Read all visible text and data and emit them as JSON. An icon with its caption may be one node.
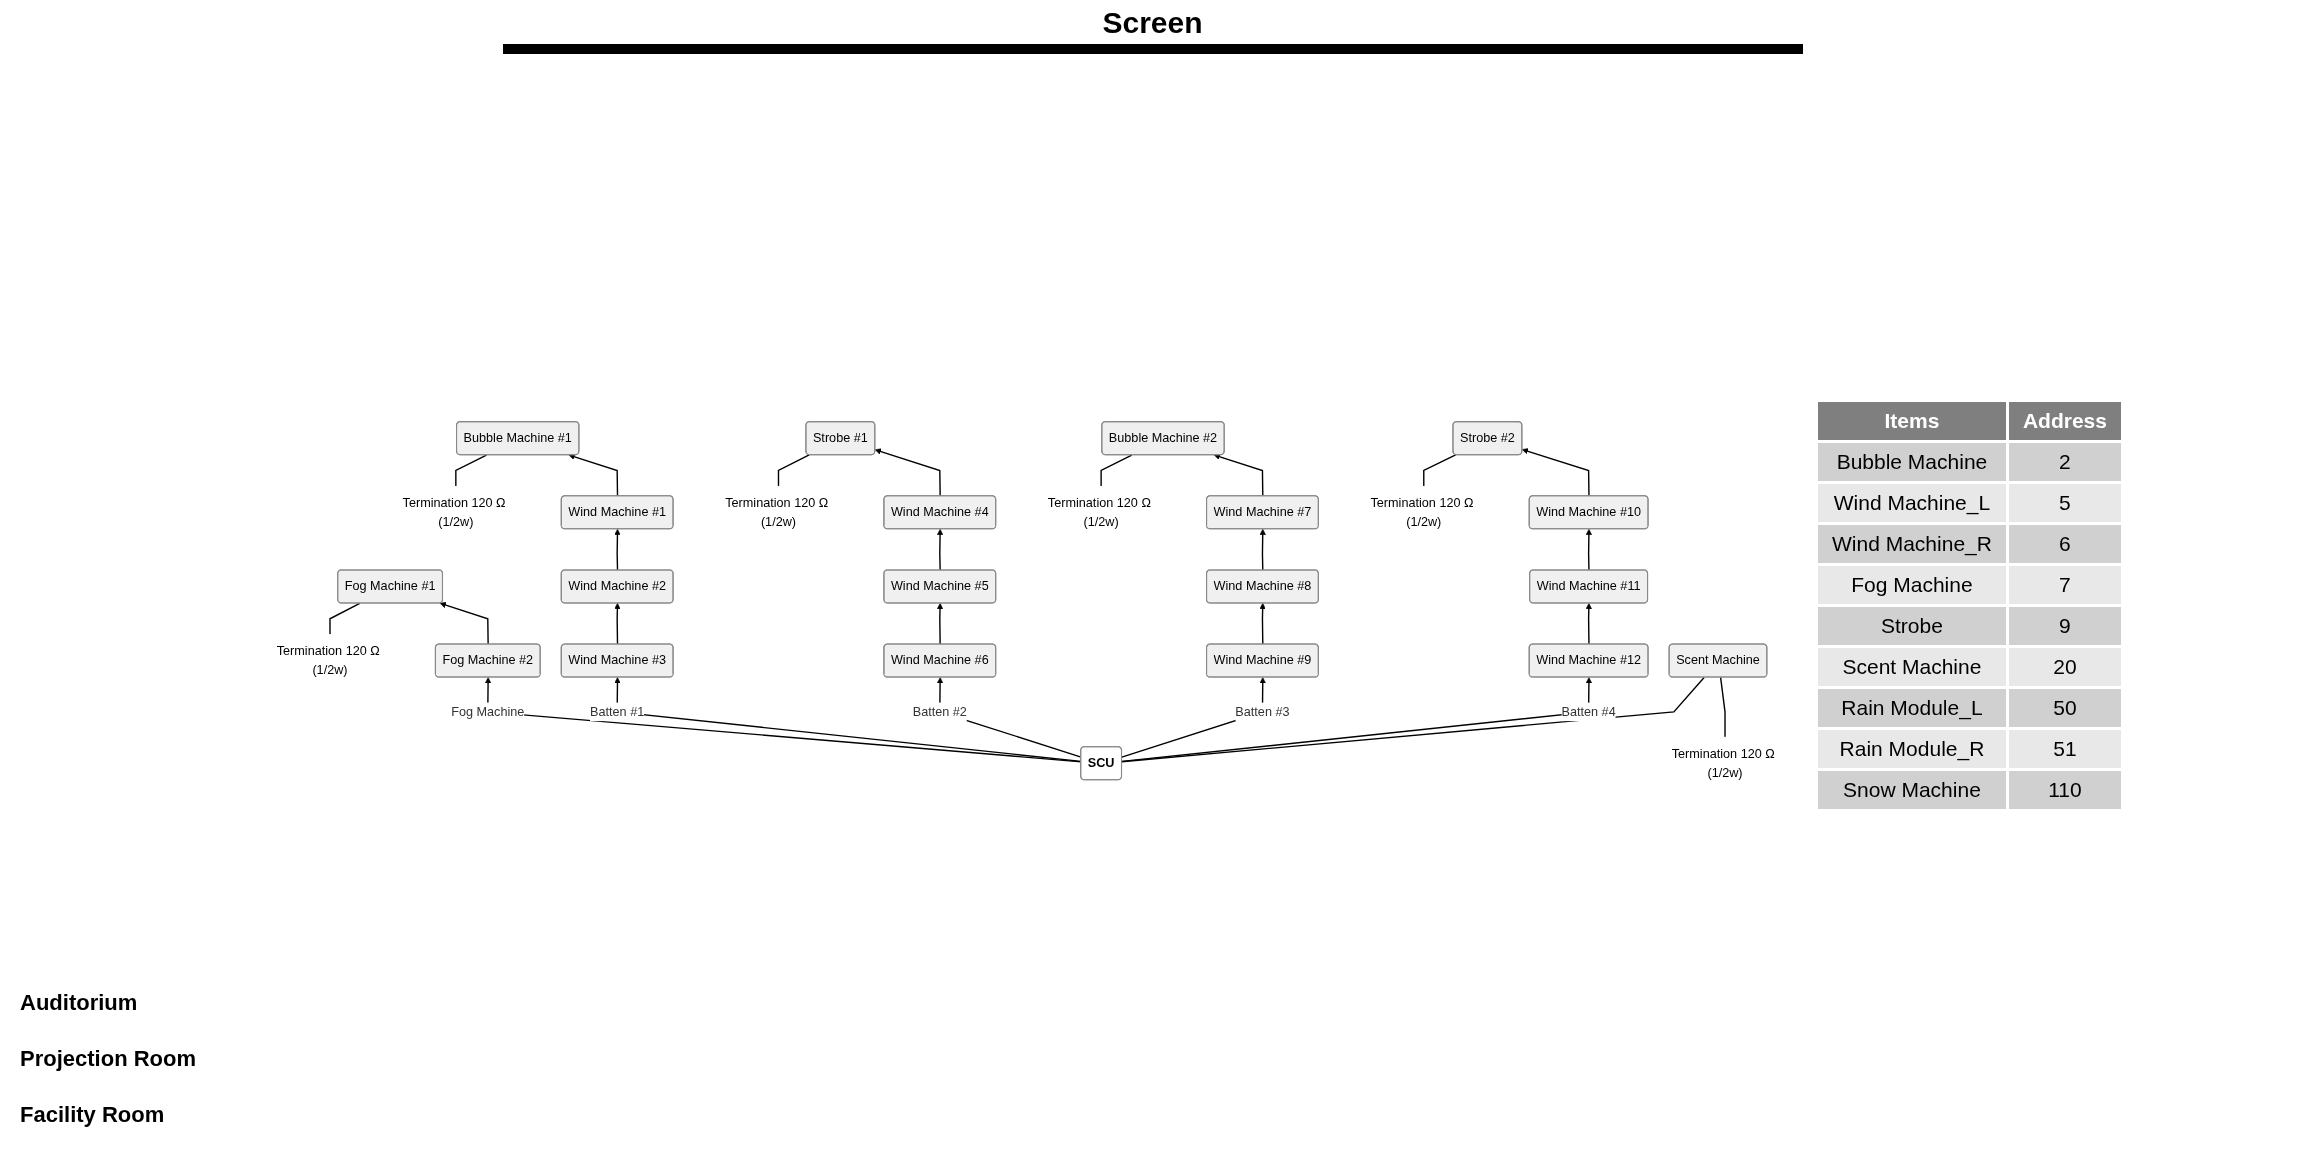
{
  "diagram": {
    "nodes": [
      {
        "text": [
          "Termination 120 Ω (1/2w)"
        ]
      },
      {
        "text": [
          "Fog Machine #1"
        ]
      },
      {
        "text": [
          "Fog Machine #2"
        ]
      },
      {
        "text": [
          "Termination 120 Ω (1/2w)"
        ]
      },
      {
        "text": [
          "Bubble Machine #1"
        ]
      },
      {
        "text": [
          "Wind Machine #1"
        ]
      },
      {
        "text": [
          "Wind Machine #2"
        ]
      },
      {
        "text": [
          "Wind Machine #3"
        ]
      },
      {
        "text": [
          "Termination 120 Ω (1/2w)"
        ]
      },
      {
        "text": [
          "Strobe #1"
        ]
      },
      {
        "text": [
          "Wind Machine #4"
        ]
      },
      {
        "text": [
          "Wind Machine #5"
        ]
      },
      {
        "text": [
          "Wind Machine #6"
        ]
      },
      {
        "text": [
          "Bubble Machine #2"
        ]
      },
      {
        "text": [
          "Termination 120 Ω (1/2w)"
        ]
      },
      {
        "text": [
          "Wind Machine #7"
        ]
      },
      {
        "text": [
          "Wind Machine #8"
        ]
      },
      {
        "text": [
          "Wind Machine #9"
        ]
      },
      {
        "text": [
          "Strobe #2"
        ]
      },
      {
        "text": [
          "Termination 120 Ω (1/2w)"
        ]
      },
      {
        "text": [
          "Wind Machine #10"
        ]
      },
      {
        "text": [
          "Wind Machine #11"
        ]
      },
      {
        "text": [
          "Wind Machine #12"
        ]
      },
      {
        "text": [
          "SCU"
        ]
      },
      {
        "text": [
          "Termination 120 Ω (1/2w)"
        ]
      },
      {
        "text": [
          "Scent Machine"
        ]
      }
    ],
    "edges": [
      {
        "from": 0,
        "to": 1,
        "arrow": "none"
      },
      {
        "from": 2,
        "to": 1,
        "arrow": "to"
      },
      {
        "from": 23,
        "to": 2,
        "arrow": "to",
        "label": "Fog Machine"
      },
      {
        "from": 3,
        "to": 4,
        "arrow": "none"
      },
      {
        "from": 5,
        "to": 4,
        "arrow": "to"
      },
      {
        "from": 6,
        "to": 5,
        "arrow": "to"
      },
      {
        "from": 7,
        "to": 6,
        "arrow": "to"
      },
      {
        "from": 23,
        "to": 7,
        "arrow": "to",
        "label": "Batten #1"
      },
      {
        "from": 8,
        "to": 9,
        "arrow": "none"
      },
      {
        "from": 10,
        "to": 9,
        "arrow": "to"
      },
      {
        "from": 11,
        "to": 10,
        "arrow": "to"
      },
      {
        "from": 12,
        "to": 11,
        "arrow": "to"
      },
      {
        "from": 23,
        "to": 12,
        "arrow": "to",
        "label": "Batten #2"
      },
      {
        "from": 14,
        "to": 13,
        "arrow": "none"
      },
      {
        "from": 15,
        "to": 13,
        "arrow": "to"
      },
      {
        "from": 16,
        "to": 15,
        "arrow": "to"
      },
      {
        "from": 17,
        "to": 16,
        "arrow": "to"
      },
      {
        "from": 23,
        "to": 17,
        "arrow": "to",
        "label": "Batten #3"
      },
      {
        "from": 19,
        "to": 18,
        "arrow": "none"
      },
      {
        "from": 20,
        "to": 18,
        "arrow": "to"
      },
      {
        "from": 21,
        "to": 20,
        "arrow": "to"
      },
      {
        "from": 22,
        "to": 21,
        "arrow": "to"
      },
      {
        "from": 23,
        "to": 22,
        "arrow": "to",
        "label": "Batten #4"
      },
      {
        "from": 24,
        "to": 25,
        "arrow": "none"
      },
      {
        "from": 23,
        "to": 25,
        "arrow": "none"
      }
    ],
    "labels": [
      "Screen",
      "Auditorium",
      "Projection Room",
      "Facility Room",
      "Items",
      "Address",
      "Bubble Machine",
      "2",
      "Wind Machine_L",
      "5",
      "Wind Machine_R",
      "6",
      "Fog Machine",
      "7",
      "Strobe",
      "9",
      "Scent Machine",
      "20",
      "Rain Module_L",
      "50",
      "Rain Module_R",
      "51",
      "Snow Machine",
      "110"
    ]
  }
}
